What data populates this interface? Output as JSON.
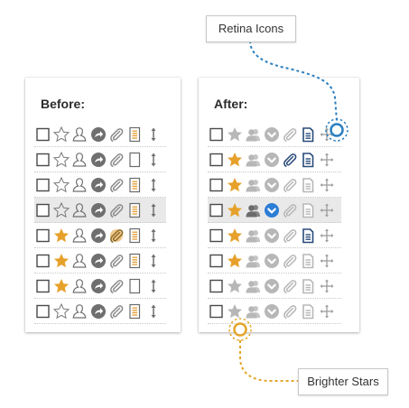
{
  "panels": {
    "before": {
      "title": "Before:",
      "selected_row": 3,
      "rows": [
        {
          "star": false,
          "indicator": "arrow",
          "clip": "plain",
          "doc": "lines"
        },
        {
          "star": false,
          "indicator": "arrow",
          "clip": "plain",
          "doc": "blank"
        },
        {
          "star": false,
          "indicator": "arrow",
          "clip": "plain",
          "doc": "lines"
        },
        {
          "star": false,
          "indicator": "arrow",
          "clip": "plain",
          "doc": "lines"
        },
        {
          "star": true,
          "indicator": "arrow",
          "clip": "active",
          "doc": "lines"
        },
        {
          "star": true,
          "indicator": "arrow",
          "clip": "plain",
          "doc": "lines"
        },
        {
          "star": true,
          "indicator": "arrow",
          "clip": "plain",
          "doc": "blank"
        },
        {
          "star": false,
          "indicator": "arrow",
          "clip": "plain",
          "doc": "lines"
        }
      ]
    },
    "after": {
      "title": "After:",
      "selected_row": 3,
      "rows": [
        {
          "star": false,
          "indicator": "check",
          "clip": "plain",
          "doc": "dark"
        },
        {
          "star": true,
          "indicator": "check",
          "clip": "active",
          "doc": "dark"
        },
        {
          "star": true,
          "indicator": "check",
          "clip": "plain",
          "doc": "grey"
        },
        {
          "star": true,
          "indicator": "blue",
          "clip": "plain",
          "doc": "grey"
        },
        {
          "star": true,
          "indicator": "check",
          "clip": "plain",
          "doc": "dark"
        },
        {
          "star": true,
          "indicator": "check",
          "clip": "plain",
          "doc": "grey"
        },
        {
          "star": false,
          "indicator": "check",
          "clip": "plain",
          "doc": "grey"
        },
        {
          "star": false,
          "indicator": "check",
          "clip": "plain",
          "doc": "grey"
        }
      ]
    }
  },
  "callouts": {
    "retina": {
      "label": "Retina Icons",
      "color": "#2a7fc1"
    },
    "stars": {
      "label": "Brighter Stars",
      "color": "#e3a52a"
    }
  },
  "colors": {
    "star_gold": "#e7a12b",
    "icon_dark": "#6f6f6f",
    "icon_light": "#b7b7b7",
    "accent_blue": "#2d7ed6",
    "doc_orange": "#e39a2e",
    "doc_navy": "#284a7a"
  },
  "icons": [
    "checkbox-icon",
    "star-icon",
    "person-icon",
    "circle-indicator-icon",
    "paperclip-icon",
    "document-icon",
    "drag-handle-icon"
  ]
}
